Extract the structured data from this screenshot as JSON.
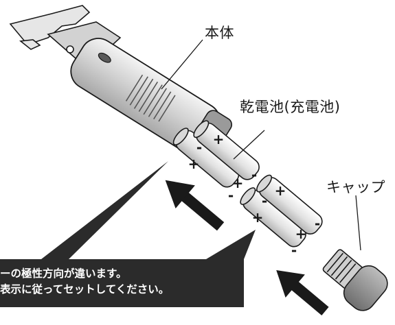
{
  "labels": {
    "body": "本体",
    "batteries": "乾電池(充電池)",
    "cap": "キャップ"
  },
  "callout": {
    "line1": "ーの極性方向が違います。",
    "line2": "表示に従ってセットしてください。"
  },
  "polarity_marks": [
    "-",
    "+",
    "+",
    "-",
    "+",
    "-",
    "+",
    "-",
    "+",
    "-",
    "+",
    "-"
  ],
  "colors": {
    "outline": "#1a1a1a",
    "body_fill": "#d6d6d6",
    "battery_fill": "#ececec",
    "callout_fill": "#2b2b2b",
    "arrow_fill": "#1a1a1a",
    "cap_fill": "#8c8c8c"
  }
}
